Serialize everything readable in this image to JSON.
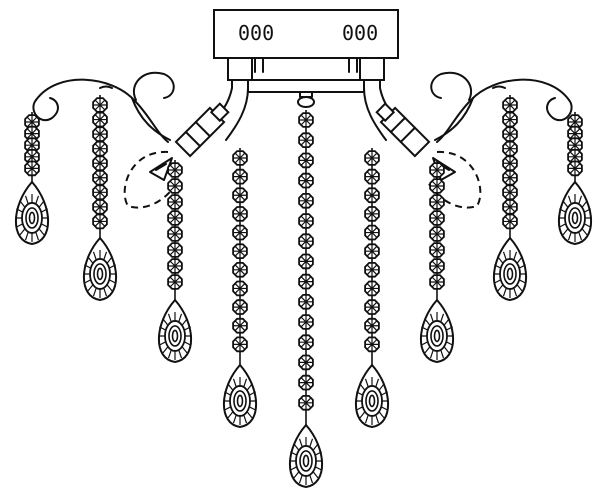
{
  "canopy": {
    "left_label": "000",
    "right_label": "000"
  },
  "colors": {
    "stroke": "#111111",
    "background": "#ffffff"
  },
  "icons": {
    "bead": "octagon-crystal-bead",
    "pendant": "teardrop-crystal-pendant",
    "bulb": "candle-bulb",
    "socket": "lamp-socket",
    "arm": "scroll-arm"
  }
}
